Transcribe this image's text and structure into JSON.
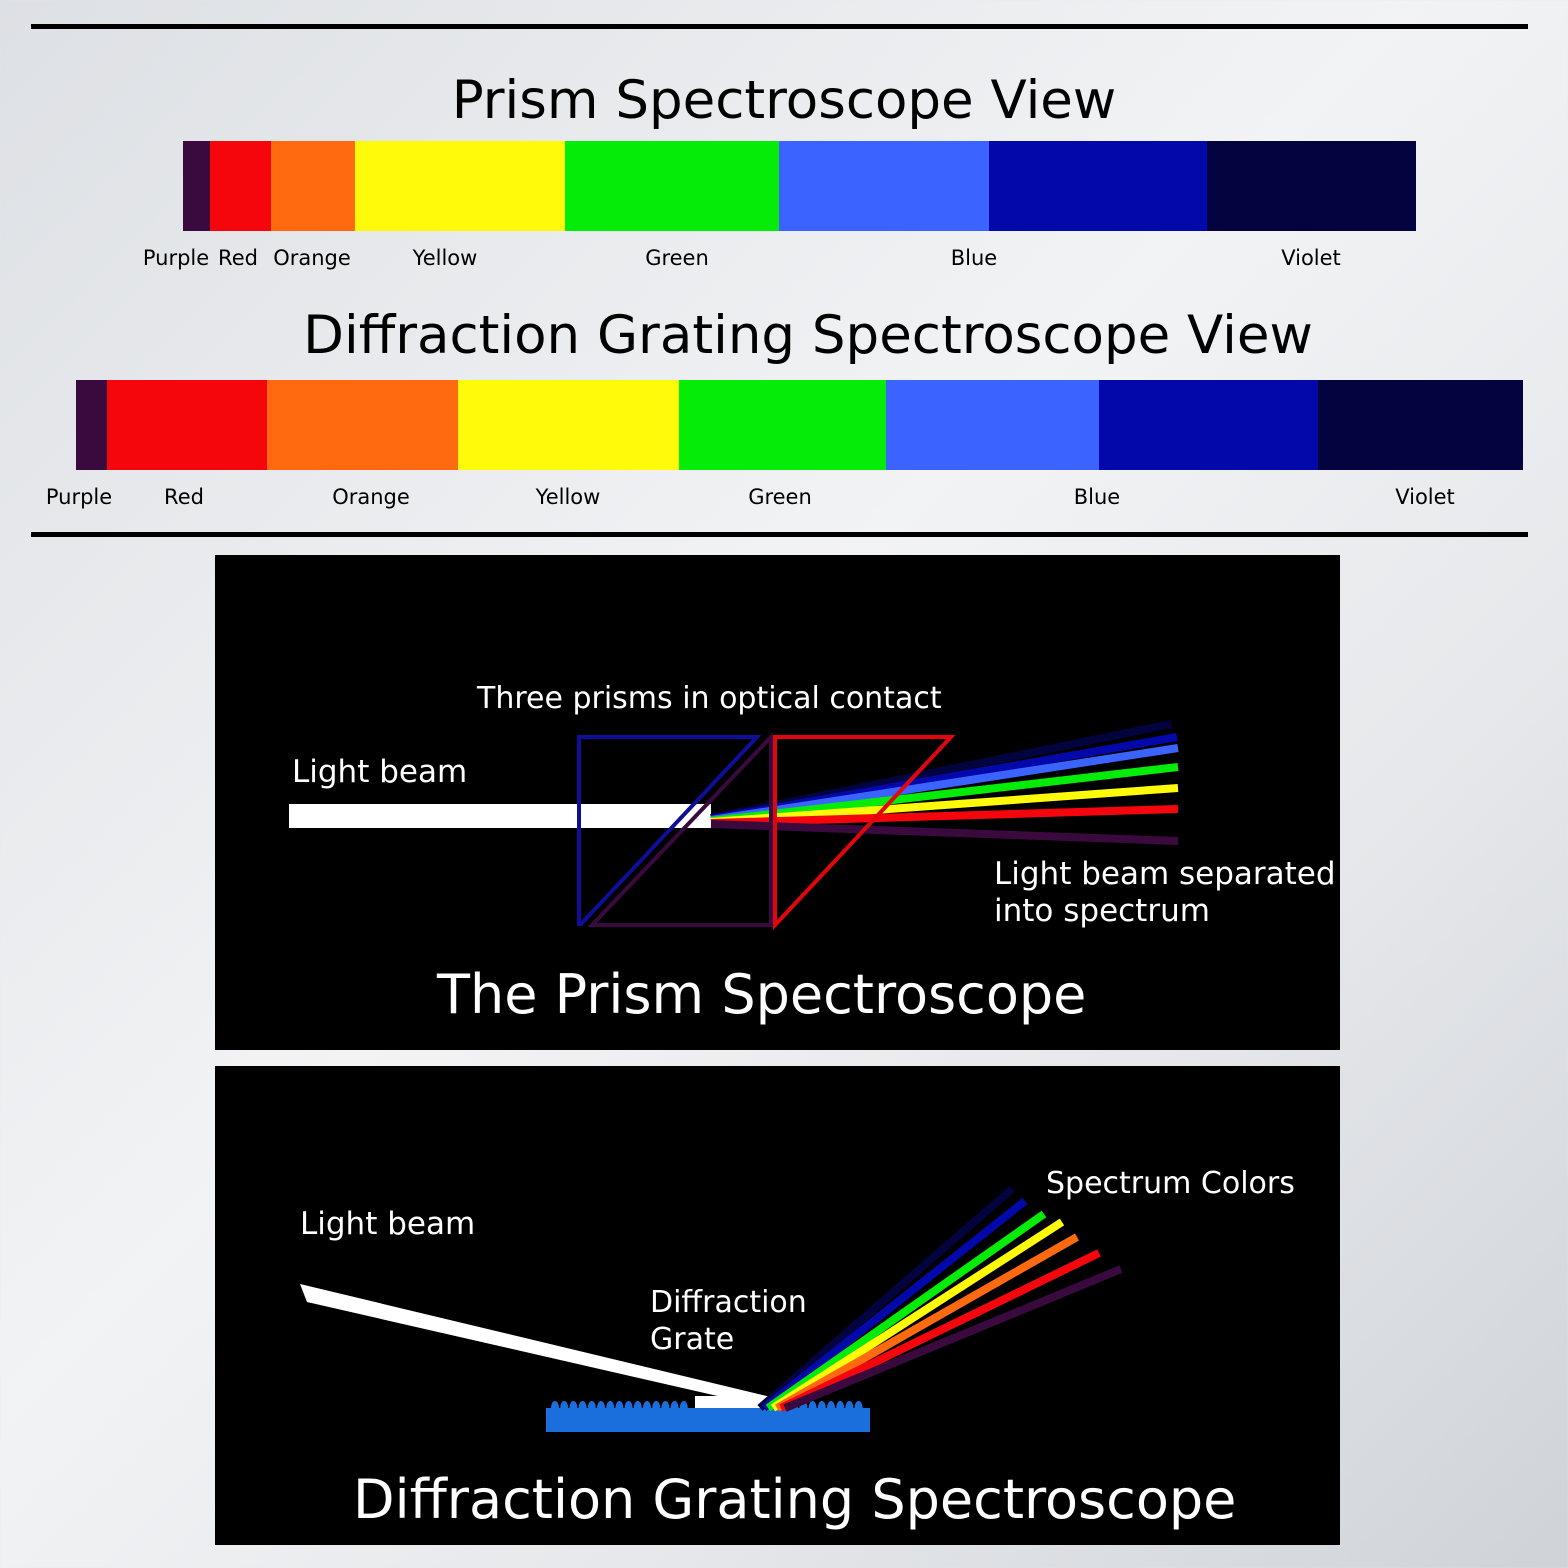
{
  "prism_view": {
    "title": "Prism Spectroscope View",
    "bands": [
      {
        "label": "Purple",
        "color": "#3a0a3e"
      },
      {
        "label": "Red",
        "color": "#f5060c"
      },
      {
        "label": "Orange",
        "color": "#ff6a10"
      },
      {
        "label": "Yellow",
        "color": "#fffa0a"
      },
      {
        "label": "Green",
        "color": "#05ec08"
      },
      {
        "label": "Blue",
        "color": "#3b63ff"
      },
      {
        "label": "",
        "color": "#0308aa"
      },
      {
        "label": "Violet",
        "color": "#03033f"
      }
    ]
  },
  "grating_view": {
    "title": "Diffraction Grating Spectroscope View",
    "bands": [
      {
        "label": "Purple",
        "color": "#3a0a3e"
      },
      {
        "label": "Red",
        "color": "#f5060c"
      },
      {
        "label": "Orange",
        "color": "#ff6a10"
      },
      {
        "label": "Yellow",
        "color": "#fffa0a"
      },
      {
        "label": "Green",
        "color": "#05ec08"
      },
      {
        "label": "Blue",
        "color": "#3b63ff"
      },
      {
        "label": "",
        "color": "#0308aa"
      },
      {
        "label": "Violet",
        "color": "#03033f"
      }
    ]
  },
  "prism_panel": {
    "title": "The Prism Spectroscope",
    "label_prisms": "Three prisms in optical contact",
    "label_beam": "Light beam",
    "label_separated_1": "Light beam separated",
    "label_separated_2": "into spectrum"
  },
  "grating_panel": {
    "title": "Diffraction Grating Spectroscope",
    "label_beam": "Light beam",
    "label_grate_1": "Diffraction",
    "label_grate_2": "Grate",
    "label_colors": "Spectrum Colors"
  },
  "colors": {
    "purple": "#3a0a3e",
    "red": "#f5060c",
    "orange": "#ff6a10",
    "yellow": "#fffa0a",
    "green": "#05ec08",
    "blue": "#3b63ff",
    "deep_blue": "#0308aa",
    "violet": "#03033f",
    "grating": "#1b6fdc"
  }
}
